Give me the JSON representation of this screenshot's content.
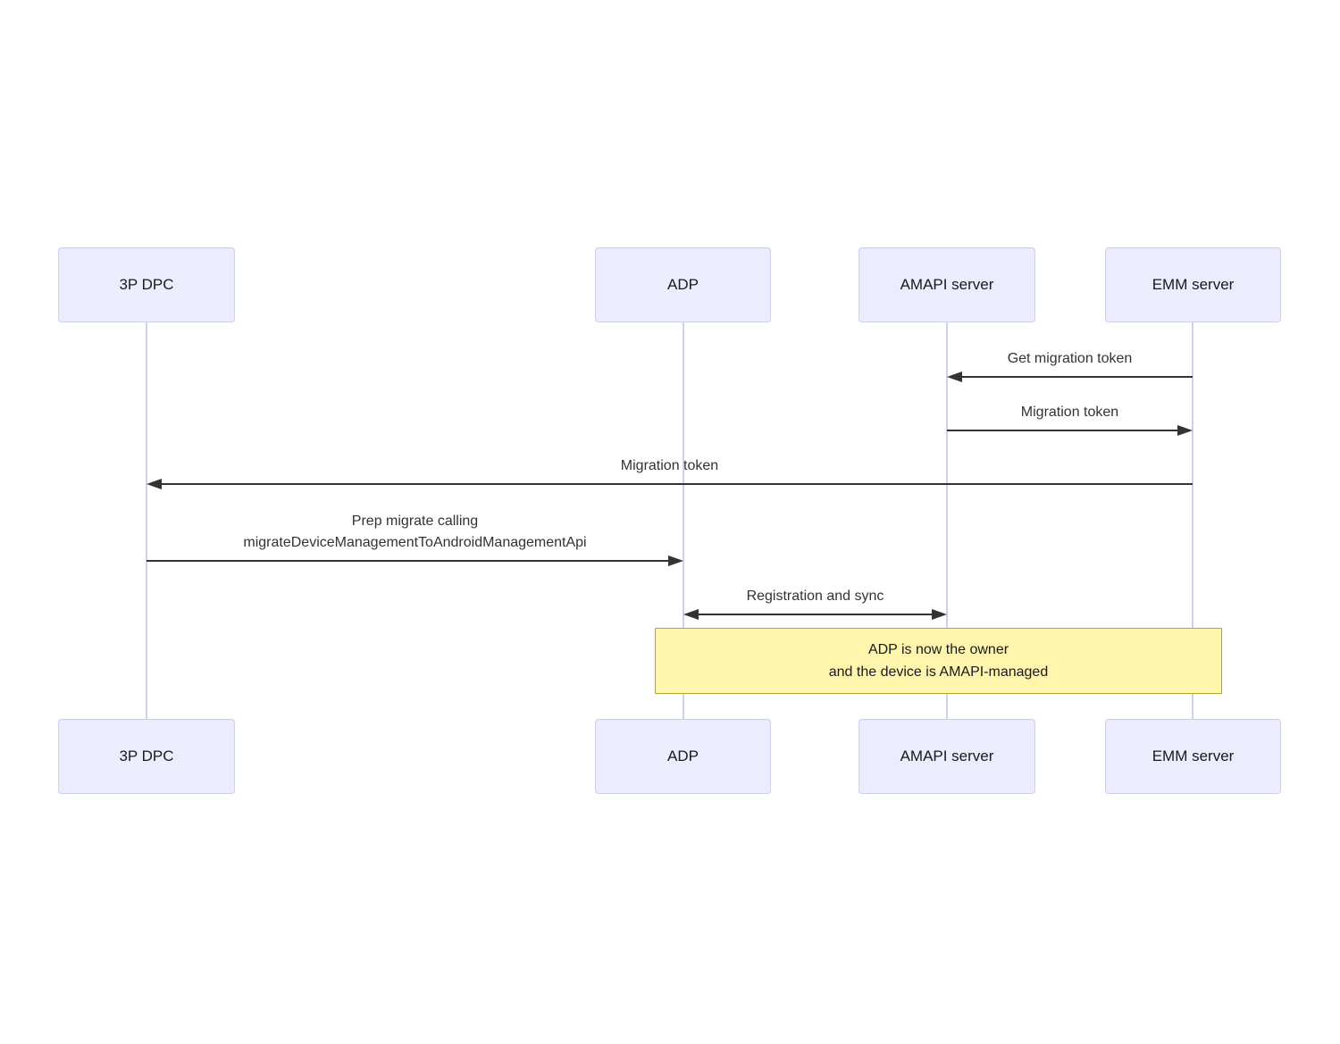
{
  "diagram": {
    "type": "sequence",
    "actors": [
      {
        "label": "3P DPC"
      },
      {
        "label": "ADP"
      },
      {
        "label": "AMAPI server"
      },
      {
        "label": "EMM server"
      }
    ],
    "messages": [
      {
        "from": "EMM server",
        "to": "AMAPI server",
        "direction": "left",
        "label": "Get migration token"
      },
      {
        "from": "AMAPI server",
        "to": "EMM server",
        "direction": "right",
        "label": "Migration token"
      },
      {
        "from": "EMM server",
        "to": "3P DPC",
        "direction": "left",
        "label": "Migration token"
      },
      {
        "from": "3P DPC",
        "to": "ADP",
        "direction": "right",
        "lines": [
          "Prep migrate calling",
          "migrateDeviceManagementToAndroidManagementApi"
        ]
      },
      {
        "from": "ADP",
        "to": "AMAPI server",
        "direction": "both",
        "label": "Registration and sync"
      }
    ],
    "note": {
      "over": "ADP to EMM server",
      "lines": [
        "ADP is now the owner",
        "and the device is AMAPI-managed"
      ]
    },
    "colors": {
      "actor_fill": "#ececff",
      "actor_border": "#cfcdf0",
      "lifeline": "#d8cdec",
      "arrow": "#333333",
      "text": "#333333",
      "note_fill": "#fff5ad",
      "note_border": "#aaaa33",
      "background": "#ffffff"
    }
  }
}
